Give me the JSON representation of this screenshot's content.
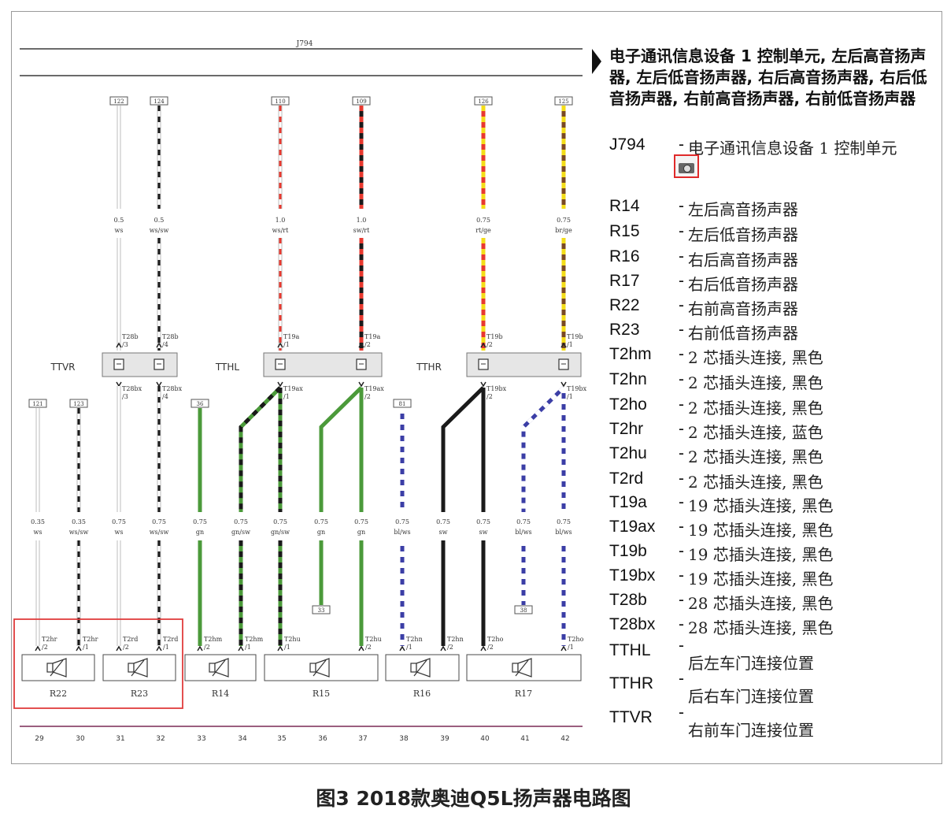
{
  "diagram": {
    "module_label": "J794",
    "top_terminals": [
      {
        "num": "122",
        "wire": "0.5",
        "color": "ws"
      },
      {
        "num": "124",
        "wire": "0.5",
        "color": "ws/sw"
      },
      {
        "num": "110",
        "wire": "1.0",
        "color": "ws/rt"
      },
      {
        "num": "109",
        "wire": "1.0",
        "color": "sw/rt"
      },
      {
        "num": "126",
        "wire": "0.75",
        "color": "rt/ge"
      },
      {
        "num": "125",
        "wire": "0.75",
        "color": "br/ge"
      }
    ],
    "connector_groups": [
      {
        "label": "TTVR",
        "pins": [
          {
            "top": "T28b",
            "top_pin": "/3",
            "bottom": "T28bx",
            "bottom_pin": "/3"
          },
          {
            "top": "T28b",
            "top_pin": "/4",
            "bottom": "T28bx",
            "bottom_pin": "/4"
          }
        ]
      },
      {
        "label": "TTHL",
        "pins": [
          {
            "top": "T19a",
            "top_pin": "/1",
            "bottom": "T19ax",
            "bottom_pin": "/1"
          },
          {
            "top": "T19a",
            "top_pin": "/2",
            "bottom": "T19ax",
            "bottom_pin": "/2"
          }
        ]
      },
      {
        "label": "TTHR",
        "pins": [
          {
            "top": "T19b",
            "top_pin": "/2",
            "bottom": "T19bx",
            "bottom_pin": "/2"
          },
          {
            "top": "T19b",
            "top_pin": "/1",
            "bottom": "T19bx",
            "bottom_pin": "/1"
          }
        ]
      }
    ],
    "lower_terminals": [
      {
        "num": "121"
      },
      {
        "num": "123"
      },
      {
        "num": "36"
      },
      {
        "num": "81"
      }
    ],
    "ground_points": [
      {
        "num": "33"
      },
      {
        "num": "38"
      }
    ],
    "lower_wires": [
      {
        "wire": "0.35",
        "color": "ws"
      },
      {
        "wire": "0.35",
        "color": "ws/sw"
      },
      {
        "wire": "0.75",
        "color": "ws"
      },
      {
        "wire": "0.75",
        "color": "ws/sw"
      },
      {
        "wire": "0.75",
        "color": "gn"
      },
      {
        "wire": "0.75",
        "color": "gn/sw"
      },
      {
        "wire": "0.75",
        "color": "gn/sw"
      },
      {
        "wire": "0.75",
        "color": "gn"
      },
      {
        "wire": "0.75",
        "color": "gn"
      },
      {
        "wire": "0.75",
        "color": "bl/ws"
      },
      {
        "wire": "0.75",
        "color": "sw"
      },
      {
        "wire": "0.75",
        "color": "sw"
      },
      {
        "wire": "0.75",
        "color": "bl/ws"
      },
      {
        "wire": "0.75",
        "color": "bl/ws"
      }
    ],
    "speaker_pins": [
      {
        "name": "T2hr",
        "pin": "/2"
      },
      {
        "name": "T2hr",
        "pin": "/1"
      },
      {
        "name": "T2rd",
        "pin": "/2"
      },
      {
        "name": "T2rd",
        "pin": "/1"
      },
      {
        "name": "T2hm",
        "pin": "/2"
      },
      {
        "name": "T2hm",
        "pin": "/1"
      },
      {
        "name": "T2hu",
        "pin": "/1"
      },
      {
        "name": "T2hu",
        "pin": "/2"
      },
      {
        "name": "T2hn",
        "pin": "/1"
      },
      {
        "name": "T2hn",
        "pin": "/2"
      },
      {
        "name": "T2ho",
        "pin": "/2"
      },
      {
        "name": "T2ho",
        "pin": "/1"
      }
    ],
    "speakers": [
      {
        "label": "R22"
      },
      {
        "label": "R23"
      },
      {
        "label": "R14"
      },
      {
        "label": "R15"
      },
      {
        "label": "R16"
      },
      {
        "label": "R17"
      }
    ],
    "columns": [
      "29",
      "30",
      "31",
      "32",
      "33",
      "34",
      "35",
      "36",
      "37",
      "38",
      "39",
      "40",
      "41",
      "42"
    ],
    "colors": {
      "red": "#e8392f",
      "black": "#1a1a1a",
      "yellow": "#f4dd18",
      "brown": "#7a4a22",
      "green": "#4b9a3a",
      "blue": "#3b3ea6",
      "white": "#ffffff",
      "grey_wire": "#bdbdbd",
      "highlight": "#e03c3c",
      "bus_line": "#3a3a3a",
      "bottom_line": "#7a2a55"
    }
  },
  "legend": {
    "title": "电子通讯信息设备 1 控制单元, 左后高音扬声器, 左后低音扬声器, 右后高音扬声器, 右后低音扬声器, 右前高音扬声器, 右前低音扬声器",
    "camera_icon": "camera-icon",
    "items": [
      {
        "code": "J794",
        "desc": "电子通讯信息设备 1 控制单元"
      },
      {
        "code": "R14",
        "desc": "左后高音扬声器"
      },
      {
        "code": "R15",
        "desc": "左后低音扬声器"
      },
      {
        "code": "R16",
        "desc": "右后高音扬声器"
      },
      {
        "code": "R17",
        "desc": "右后低音扬声器"
      },
      {
        "code": "R22",
        "desc": "右前高音扬声器"
      },
      {
        "code": "R23",
        "desc": "右前低音扬声器"
      },
      {
        "code": "T2hm",
        "desc": "2 芯插头连接, 黑色"
      },
      {
        "code": "T2hn",
        "desc": "2 芯插头连接, 黑色"
      },
      {
        "code": "T2ho",
        "desc": "2 芯插头连接, 黑色"
      },
      {
        "code": "T2hr",
        "desc": "2 芯插头连接, 蓝色"
      },
      {
        "code": "T2hu",
        "desc": "2 芯插头连接, 黑色"
      },
      {
        "code": "T2rd",
        "desc": "2 芯插头连接, 黑色"
      },
      {
        "code": "T19a",
        "desc": "19 芯插头连接, 黑色"
      },
      {
        "code": "T19ax",
        "desc": "19 芯插头连接, 黑色"
      },
      {
        "code": "T19b",
        "desc": "19 芯插头连接, 黑色"
      },
      {
        "code": "T19bx",
        "desc": "19 芯插头连接, 黑色"
      },
      {
        "code": "T28b",
        "desc": "28 芯插头连接, 黑色"
      },
      {
        "code": "T28bx",
        "desc": "28 芯插头连接, 黑色"
      },
      {
        "code": "TTHL",
        "desc": "后左车门连接位置"
      },
      {
        "code": "TTHR",
        "desc": "后右车门连接位置"
      },
      {
        "code": "TTVR",
        "desc": "右前车门连接位置"
      }
    ]
  },
  "caption": "图3 2018款奥迪Q5L扬声器电路图"
}
